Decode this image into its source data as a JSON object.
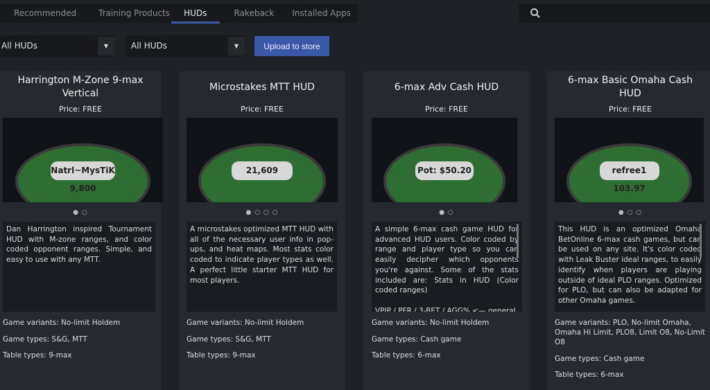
{
  "tabs": [
    {
      "label": "Recommended"
    },
    {
      "label": "Training Products"
    },
    {
      "label": "HUDs",
      "active": true
    },
    {
      "label": "Rakeback"
    },
    {
      "label": "Installed Apps"
    }
  ],
  "search": {
    "icon": "search-icon"
  },
  "filters": [
    {
      "value": "All HUDs"
    },
    {
      "value": "All HUDs"
    }
  ],
  "upload_label": "Upload to store",
  "colors": {
    "accent": "#3b58a8",
    "card": "#262a30",
    "background": "#1e2227"
  },
  "cards": [
    {
      "title": "Harrington M-Zone 9-max Vertical",
      "price": "Price: FREE",
      "dots": "● ○",
      "shot_text": "Natrl~MysTiK 9,800",
      "desc": "Dan Harrington inspired Tournament HUD with M-zone ranges, and color coded opponent ranges. Simple, and easy to use with any MTT.",
      "variants": "Game variants: No-limit Holdem",
      "types": "Game types: S&G, MTT",
      "tables": "Table types: 9-max"
    },
    {
      "title": "Microstakes MTT HUD",
      "price": "Price: FREE",
      "dots": "● ○ ○ ○",
      "shot_text": "21,609",
      "desc": "A microstakes optimized MTT HUD with all of the necessary user info in pop-ups, and heat maps. Most stats color coded to indicate player types as well. A perfect little starter MTT HUD for most players.",
      "variants": "Game variants: No-limit Holdem",
      "types": "Game types: S&G, MTT",
      "tables": "Table types: 9-max"
    },
    {
      "title": "6-max Adv Cash HUD",
      "price": "Price: FREE",
      "dots": "● ○",
      "shot_text": "Pot: $50.20",
      "desc": "A simple 6-max cash game HUD for advanced HUD users.  Color coded by range and player type so you can easily decipher which opponents you're against. Some of the stats included are: Stats in HUD (Color coded ranges)\n\nVPIP / PFR / 3-BET / AGG%   <— general",
      "variants": "Game variants: No-limit Holdem",
      "types": "Game types: Cash game",
      "tables": "Table types: 6-max"
    },
    {
      "title": "6-max Basic Omaha Cash HUD",
      "price": "Price: FREE",
      "dots": "● ○ ○",
      "shot_text": "refree1 103.97",
      "desc": "This HUD is an optimized Omaha BetOnline 6-max cash games, but can be used on any site. It's color coded with Leak Buster ideal ranges, to easily identify when players are playing outside of ideal PLO ranges. Optimized for PLO, but can also be adapted for other Omaha games.",
      "variants": "Game variants: PLO, No-limit Omaha, Omaha Hi Limit, PLO8, Limit O8, No-Limit O8",
      "types": "Game types: Cash game",
      "tables": "Table types: 6-max"
    }
  ]
}
